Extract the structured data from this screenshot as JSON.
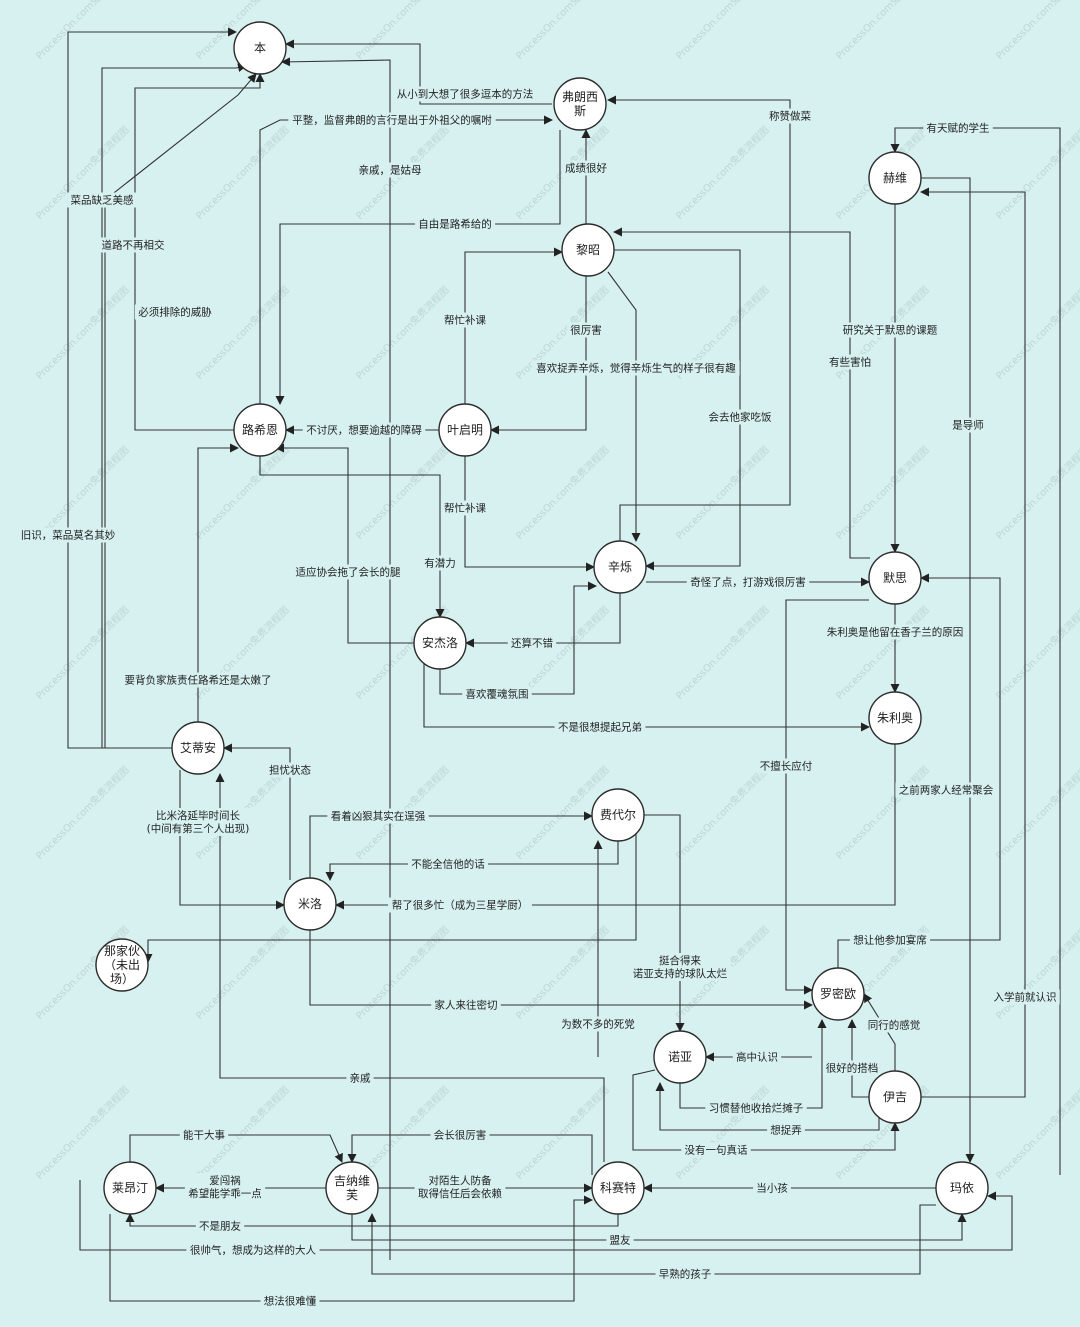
{
  "watermark": "ProcessOn.com免费流程图",
  "nodes": [
    {
      "id": "ben",
      "lines": [
        "本"
      ]
    },
    {
      "id": "fulang",
      "lines": [
        "弗朗西",
        "斯"
      ]
    },
    {
      "id": "hewei",
      "lines": [
        "赫维"
      ]
    },
    {
      "id": "lizhao",
      "lines": [
        "黎昭"
      ]
    },
    {
      "id": "luxien",
      "lines": [
        "路希恩"
      ]
    },
    {
      "id": "yeqiming",
      "lines": [
        "叶启明"
      ]
    },
    {
      "id": "xinshuo",
      "lines": [
        "辛烁"
      ]
    },
    {
      "id": "mosi",
      "lines": [
        "默思"
      ]
    },
    {
      "id": "anjieluo",
      "lines": [
        "安杰洛"
      ]
    },
    {
      "id": "zhuliao",
      "lines": [
        "朱利奥"
      ]
    },
    {
      "id": "aidian",
      "lines": [
        "艾蒂安"
      ]
    },
    {
      "id": "feidaier",
      "lines": [
        "费代尔"
      ]
    },
    {
      "id": "miluo",
      "lines": [
        "米洛"
      ]
    },
    {
      "id": "najiahuo",
      "lines": [
        "那家伙",
        "（未出",
        "场）"
      ]
    },
    {
      "id": "luomiou",
      "lines": [
        "罗密欧"
      ]
    },
    {
      "id": "nuoya",
      "lines": [
        "诺亚"
      ]
    },
    {
      "id": "yiji",
      "lines": [
        "伊吉"
      ]
    },
    {
      "id": "laiangting",
      "lines": [
        "莱昂汀"
      ]
    },
    {
      "id": "jinaweifu",
      "lines": [
        "吉纳维",
        "芙"
      ]
    },
    {
      "id": "kesaite",
      "lines": [
        "科赛特"
      ]
    },
    {
      "id": "mayi",
      "lines": [
        "玛依"
      ]
    }
  ],
  "edges": [
    {
      "label": "从小到大想了很多逗本的方法"
    },
    {
      "label": "平整，监督弗朗的言行是出于外祖父的嘱咐"
    },
    {
      "label": "称赞做菜"
    },
    {
      "label": "亲戚，是姑母"
    },
    {
      "label": "有天赋的学生"
    },
    {
      "label": "成绩很好"
    },
    {
      "label": "菜品缺乏美感"
    },
    {
      "label": "自由是路希给的"
    },
    {
      "label": "道路不再相交"
    },
    {
      "label": "必须排除的威胁"
    },
    {
      "label": "帮忙补课"
    },
    {
      "label": "很厉害"
    },
    {
      "label": "研究关于默思的课题"
    },
    {
      "label": "有些害怕"
    },
    {
      "label": "喜欢捉弄辛烁，觉得辛烁生气的样子很有趣"
    },
    {
      "label": "会去他家吃饭"
    },
    {
      "label": "是导师"
    },
    {
      "label": "不讨厌，想要逾越的障碍"
    },
    {
      "label": "帮忙补课"
    },
    {
      "label": "旧识，菜品莫名其妙"
    },
    {
      "label": "有潜力"
    },
    {
      "label": "奇怪了点，打游戏很厉害"
    },
    {
      "label": "适应协会拖了会长的腿"
    },
    {
      "label": "还算不错"
    },
    {
      "label": "朱利奥是他留在香子兰的原因"
    },
    {
      "label": "喜欢覆魂氛围"
    },
    {
      "label": "要背负家族责任路希还是太嫩了"
    },
    {
      "label": "不是很想提起兄弟"
    },
    {
      "label": "担忧状态"
    },
    {
      "label": "不擅长应付"
    },
    {
      "label": "之前两家人经常聚会"
    },
    {
      "label": "比米洛延毕时间长",
      "label2": "(中间有第三个人出现)"
    },
    {
      "label": "看着凶狠其实在逞强"
    },
    {
      "label": "不能全信他的话"
    },
    {
      "label": "帮了很多忙（成为三星学厨）"
    },
    {
      "label": "想让他参加宴席"
    },
    {
      "label": "挺合得来",
      "label2": "诺亚支持的球队太烂"
    },
    {
      "label": "入学前就认识"
    },
    {
      "label": "家人来往密切"
    },
    {
      "label": "为数不多的死党"
    },
    {
      "label": "同行的感觉"
    },
    {
      "label": "高中认识"
    },
    {
      "label": "很好的搭档"
    },
    {
      "label": "亲戚"
    },
    {
      "label": "习惯替他收拾烂摊子"
    },
    {
      "label": "想捉弄"
    },
    {
      "label": "能干大事"
    },
    {
      "label": "会长很厉害"
    },
    {
      "label": "没有一句真话"
    },
    {
      "label": "爱闯祸",
      "label2": "希望能学乖一点"
    },
    {
      "label": "对陌生人防备",
      "label2": "取得信任后会依赖"
    },
    {
      "label": "当小孩"
    },
    {
      "label": "不是朋友"
    },
    {
      "label": "盟友"
    },
    {
      "label": "很帅气，想成为这样的大人"
    },
    {
      "label": "早熟的孩子"
    },
    {
      "label": "想法很难懂"
    }
  ]
}
